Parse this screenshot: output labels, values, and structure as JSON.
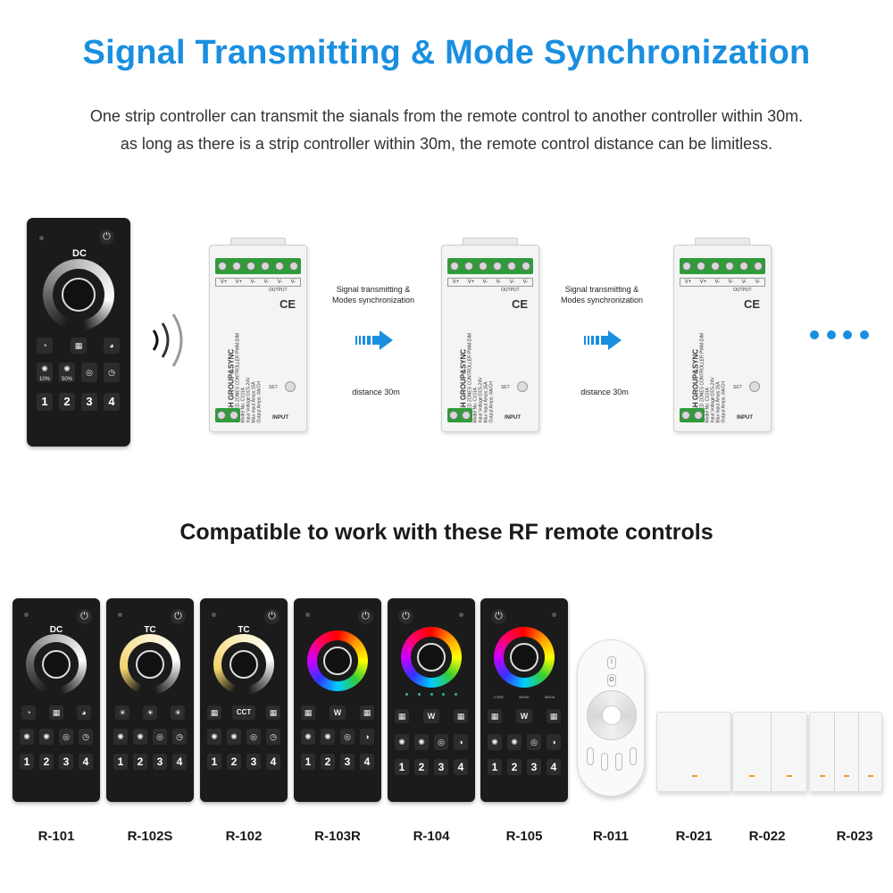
{
  "header": {
    "title": "Signal Transmitting & Mode Synchronization",
    "line1": "One strip controller can transmit the sianals from the remote control to another controller within 30m.",
    "line2": "as long as there is a strip controller within 30m, the remote control distance can be limitless."
  },
  "big_remote": {
    "wheel_label": "DC",
    "power": "⏻",
    "preset_1": "10%",
    "preset_2": "50%",
    "zones": [
      "1",
      "2",
      "3",
      "4"
    ]
  },
  "controller": {
    "terminals": [
      "V+",
      "V+",
      "V-",
      "V-",
      "V-",
      "V-"
    ],
    "output": "OUTPUT",
    "ce": "CE",
    "brand": "MESH GROUP&SYNC",
    "line1": "2.4G LED ZONES CONTROLLER",
    "line2": "PWM-DIM",
    "model": "Model No.:C101A",
    "input_voltage": "Input Voltage:DC5-24V",
    "max_input": "Max Input Amps:15A",
    "output_amps": "Output Amps.:4A/CH",
    "set": "SET",
    "input": "INPUT"
  },
  "flow": {
    "transmit_line1": "Signal transmitting &",
    "transmit_line2": "Modes synchronization",
    "distance": "distance 30m"
  },
  "colors": {
    "accent": "#1a8fe0",
    "terminal_green": "#2f9c3a"
  },
  "compatible": {
    "title": "Compatible to work with these RF remote controls",
    "remotes": [
      {
        "label": "R-101",
        "wheel": "DC",
        "mid": ""
      },
      {
        "label": "R-102S",
        "wheel": "TC",
        "mid": ""
      },
      {
        "label": "R-102",
        "wheel": "TC",
        "mid": "CCT"
      },
      {
        "label": "R-103R",
        "wheel": "",
        "mid": "W"
      },
      {
        "label": "R-104",
        "wheel": "",
        "mid": "W"
      },
      {
        "label": "R-105",
        "wheel": "",
        "mid": "W"
      },
      {
        "label": "R-011"
      },
      {
        "label": "R-021"
      },
      {
        "label": "R-022"
      },
      {
        "label": "R-023"
      }
    ],
    "numbers": [
      "1",
      "2",
      "3",
      "4"
    ],
    "r105_temps": [
      "2700K",
      "5000K",
      "6500K"
    ]
  }
}
